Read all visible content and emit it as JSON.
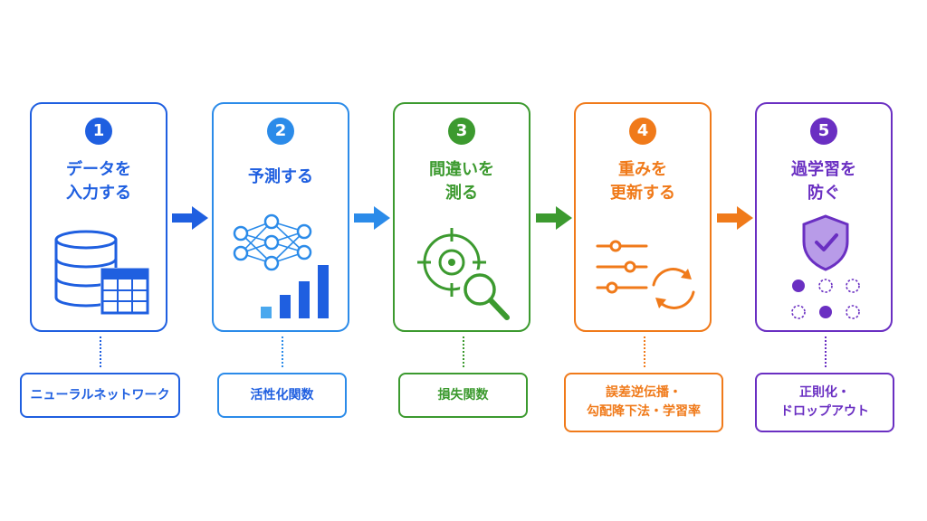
{
  "steps": [
    {
      "number": "1",
      "title_line1": "データを",
      "title_line2": "入力する",
      "tag_line1": "ニューラルネットワーク",
      "tag_line2": "",
      "color": "#1f5fe0"
    },
    {
      "number": "2",
      "title_line1": "予測する",
      "title_line2": "",
      "tag_line1": "活性化関数",
      "tag_line2": "",
      "color": "#2b8be9"
    },
    {
      "number": "3",
      "title_line1": "間違いを",
      "title_line2": "測る",
      "tag_line1": "損失関数",
      "tag_line2": "",
      "color": "#3c9a2f"
    },
    {
      "number": "4",
      "title_line1": "重みを",
      "title_line2": "更新する",
      "tag_line1": "誤差逆伝播・",
      "tag_line2": "勾配降下法・学習率",
      "color": "#f07a1a"
    },
    {
      "number": "5",
      "title_line1": "過学習を",
      "title_line2": "防ぐ",
      "tag_line1": "正則化・",
      "tag_line2": "ドロップアウト",
      "color": "#6a2fc2"
    }
  ]
}
